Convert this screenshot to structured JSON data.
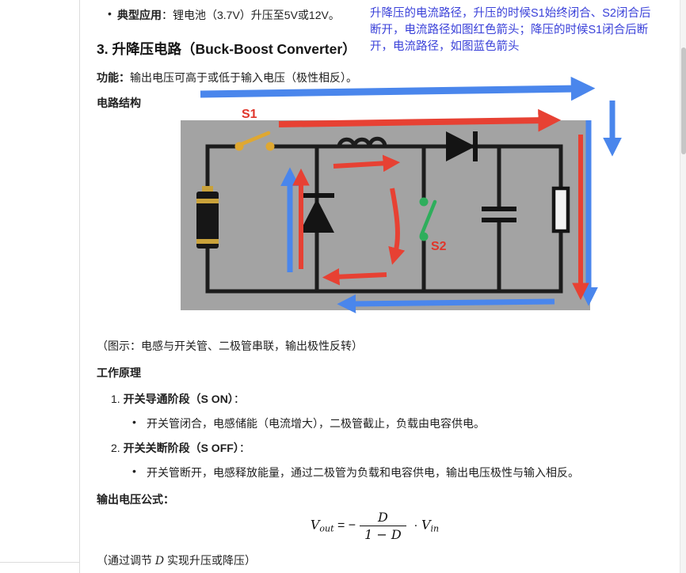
{
  "colors": {
    "annotation_blue": "#3a41d9",
    "arrow_red": "#e74133",
    "arrow_blue": "#4a86ec",
    "switch_gold": "#dfa832",
    "switch_green": "#2eae5c",
    "diagram_bg": "#a3a3a3"
  },
  "top_bullet": {
    "bold": "典型应用",
    "rest": "：锂电池（3.7V）升压至5V或12V。"
  },
  "annotation": {
    "lines": [
      "升降压的电流路径，升压的时候S1始终闭合、S2闭合后",
      "断开，电流路径如图红色箭头；降压的时候S1闭合后断",
      "开，电流路径，如图蓝色箭头"
    ]
  },
  "heading": "3. 升降压电路（Buck-Boost Converter）",
  "function": {
    "label": "功能：",
    "text": "输出电压可高于或低于输入电压（极性相反）。"
  },
  "structure_label": "电路结构",
  "diagram": {
    "s1": "S1",
    "s2": "S2"
  },
  "caption": "（图示：电感与开关管、二极管串联，输出极性反转）",
  "principle_label": "工作原理",
  "steps": [
    {
      "num": "1.",
      "title": "开关导通阶段（S ON）",
      "colon": "：",
      "detail": "开关管闭合，电感储能（电流增大），二极管截止，负载由电容供电。"
    },
    {
      "num": "2.",
      "title": "开关关断阶段（S OFF）",
      "colon": "：",
      "detail": "开关管断开，电感释放能量，通过二极管为负载和电容供电，输出电压极性与输入相反。"
    }
  ],
  "formula_label": "输出电压公式：",
  "formula": {
    "lhs": "V",
    "lhs_sub": "out",
    "eq": "=",
    "minus": "−",
    "num": "D",
    "den": "1 − D",
    "mul": "·",
    "rhs": "V",
    "rhs_sub": "in"
  },
  "footnote": {
    "pre": "（通过调节 ",
    "var": "D",
    "post": " 实现升压或降压）"
  }
}
